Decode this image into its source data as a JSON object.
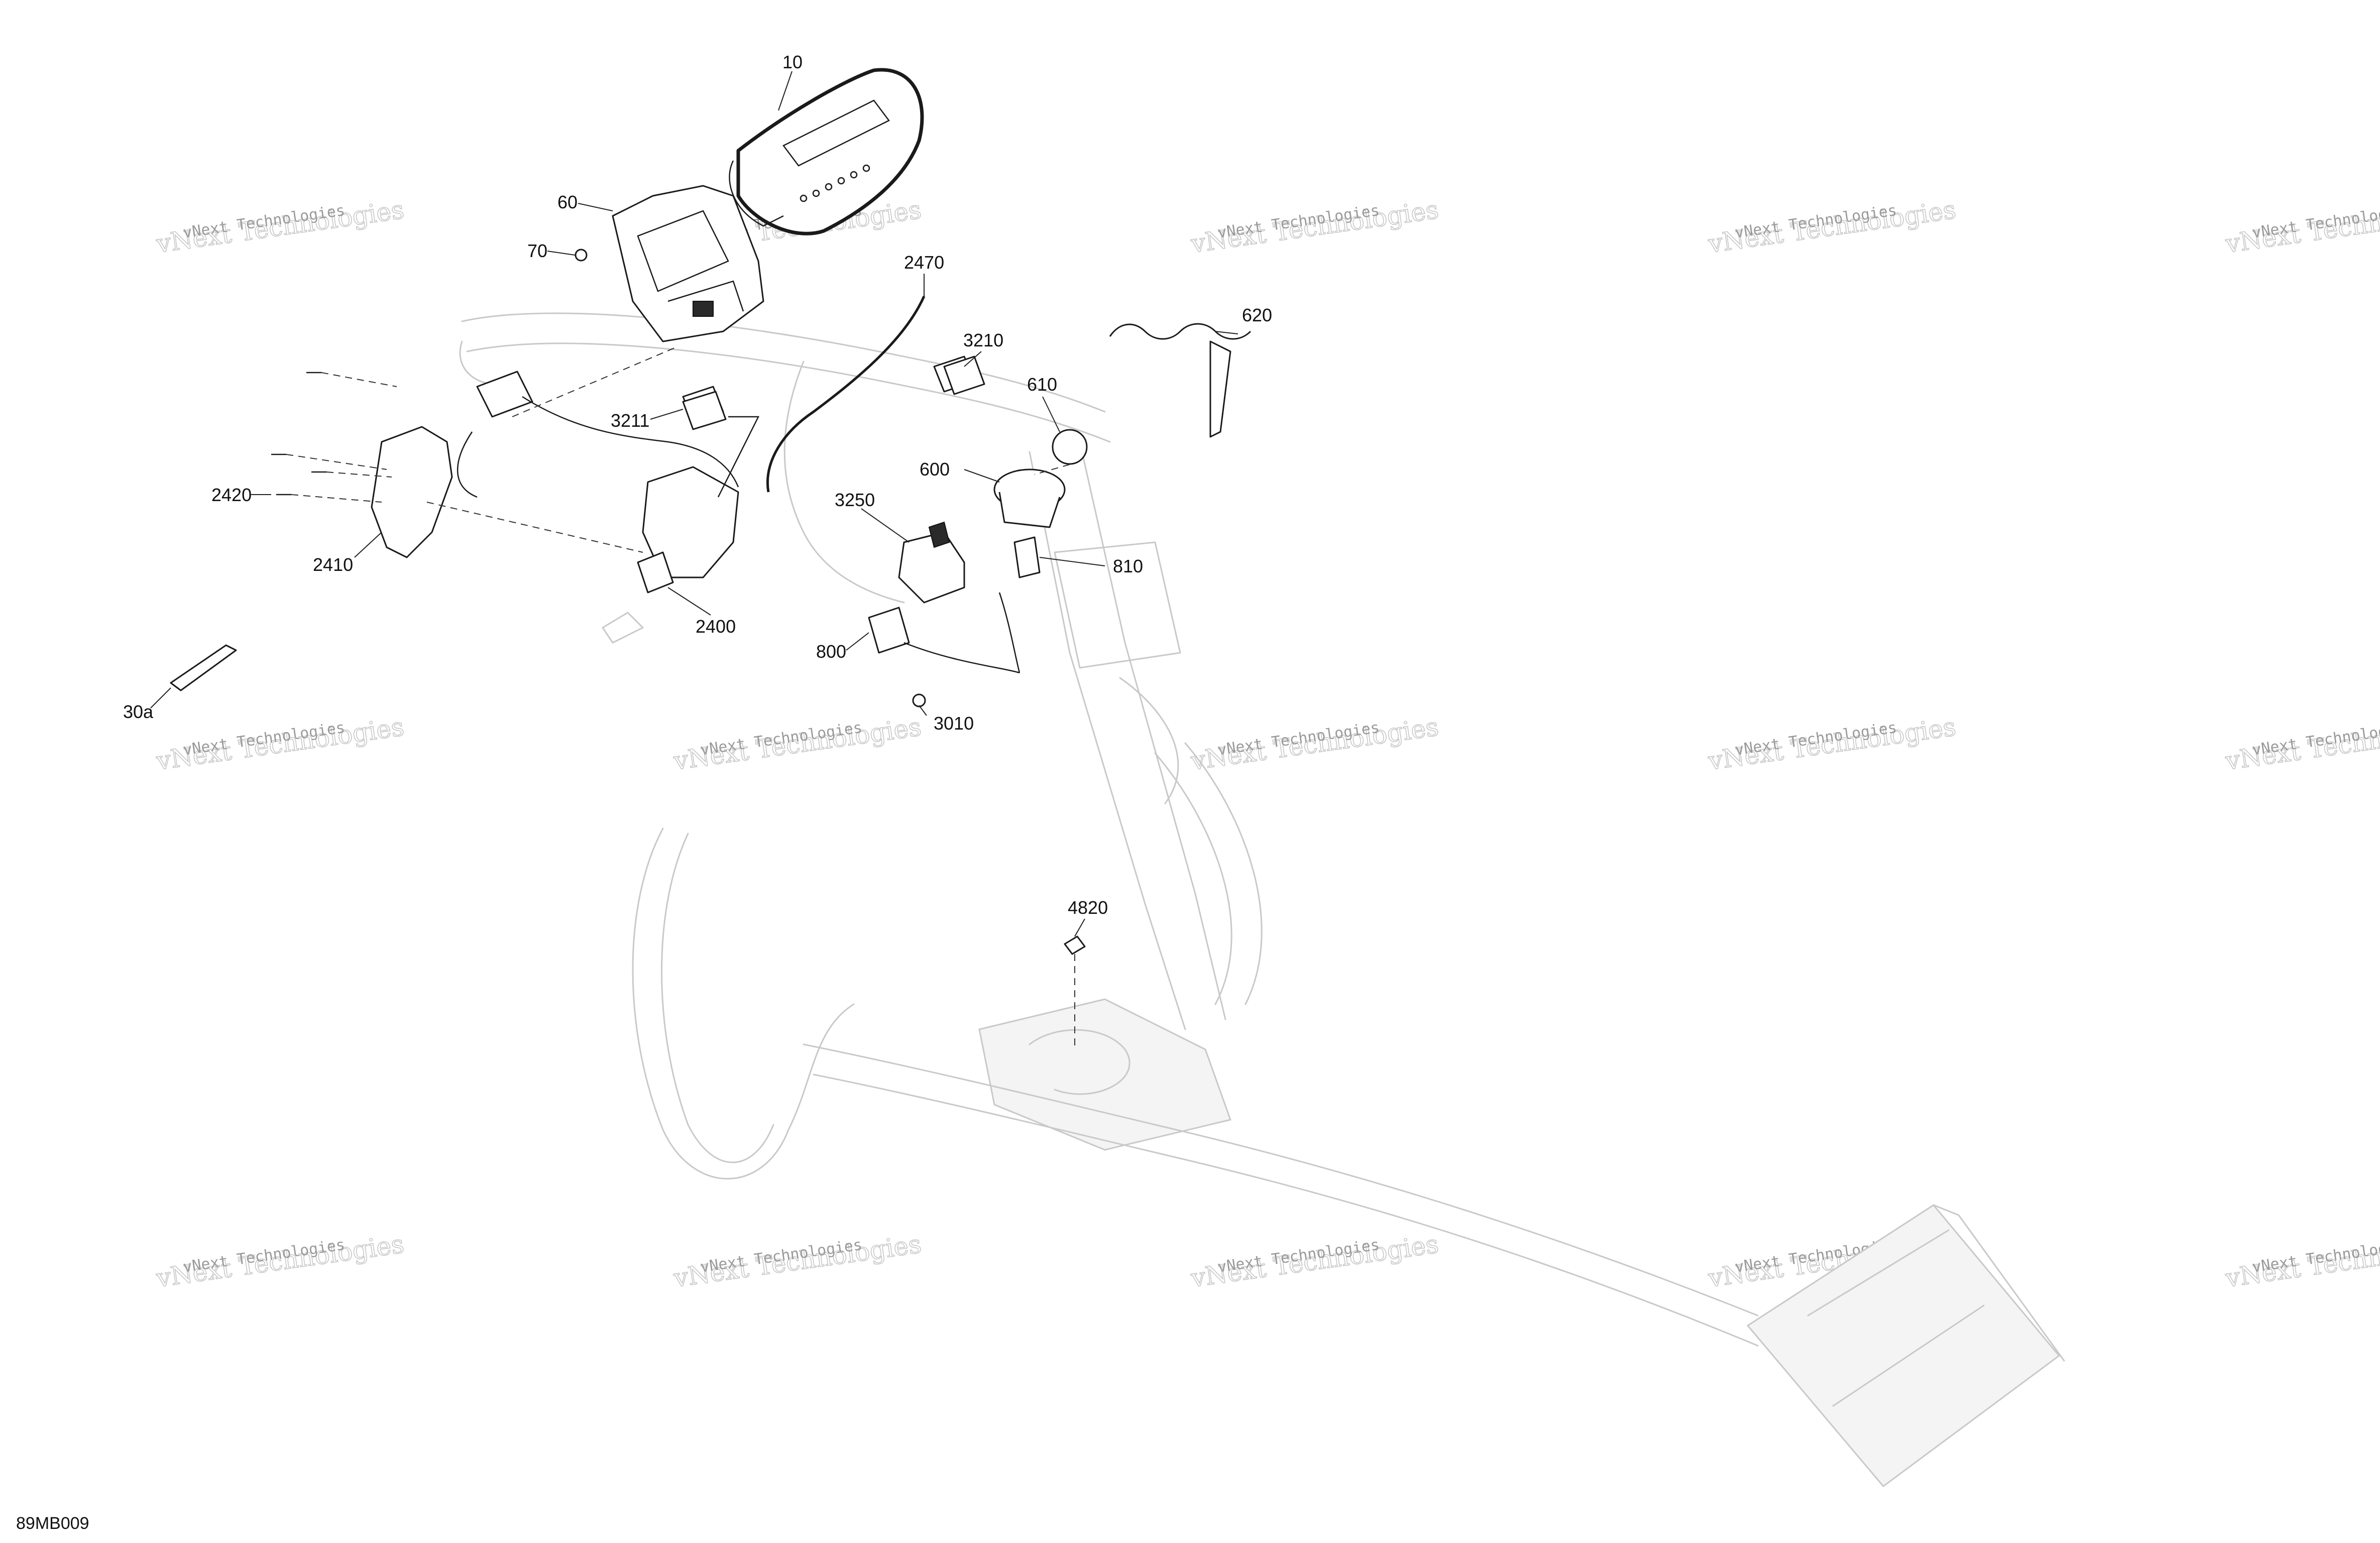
{
  "diagram": {
    "reference_code": "89MB009",
    "callouts": [
      {
        "id": "10",
        "label": "10"
      },
      {
        "id": "60",
        "label": "60"
      },
      {
        "id": "70",
        "label": "70"
      },
      {
        "id": "2470",
        "label": "2470"
      },
      {
        "id": "3210",
        "label": "3210"
      },
      {
        "id": "620",
        "label": "620"
      },
      {
        "id": "610",
        "label": "610"
      },
      {
        "id": "3211",
        "label": "3211"
      },
      {
        "id": "600",
        "label": "600"
      },
      {
        "id": "2420",
        "label": "2420"
      },
      {
        "id": "3250",
        "label": "3250"
      },
      {
        "id": "2410",
        "label": "2410"
      },
      {
        "id": "810",
        "label": "810"
      },
      {
        "id": "2400",
        "label": "2400"
      },
      {
        "id": "800",
        "label": "800"
      },
      {
        "id": "3010",
        "label": "3010"
      },
      {
        "id": "30a",
        "label": "30a"
      },
      {
        "id": "4820",
        "label": "4820"
      }
    ],
    "watermark": {
      "line1": "vNext Technologies",
      "line2": "vNext Technologies"
    }
  }
}
